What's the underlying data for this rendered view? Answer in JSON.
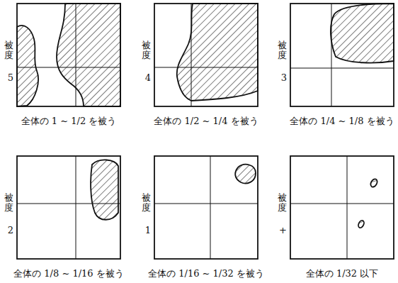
{
  "diagram": {
    "labels": [
      "被度",
      "5",
      "全体の 1 ~ 1/2 を被う",
      "被度",
      "4",
      "全体の 1/2 ~ 1/4 を被う",
      "被度",
      "3",
      "全体の 1/4 ~ 1/8 を被う",
      "被度",
      "2",
      "全体の 1/8 ~ 1/16 を被う",
      "被度",
      "1",
      "全体の 1/16 ~ 1/32 を被う",
      "被度",
      "+",
      "全体の 1/32 以下"
    ]
  }
}
